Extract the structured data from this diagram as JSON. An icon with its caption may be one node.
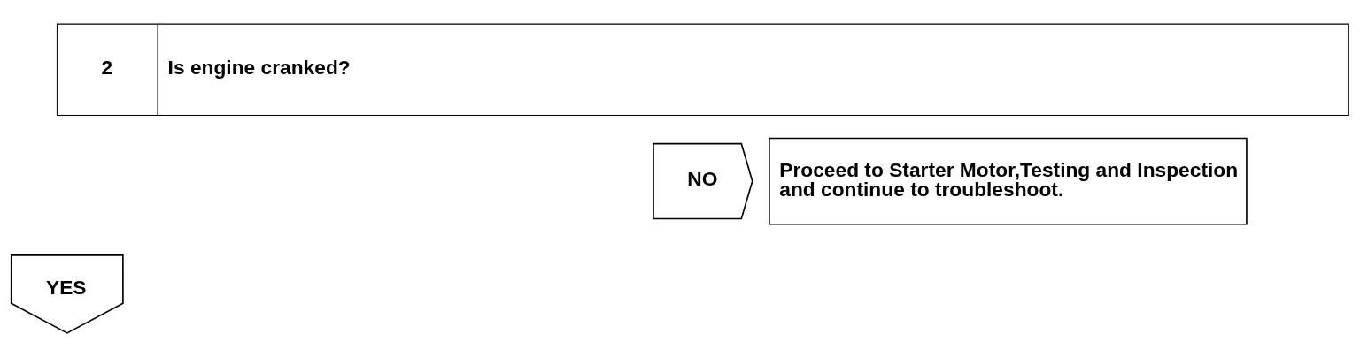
{
  "diagram": {
    "nodes": [
      {
        "text": [
          "2",
          "Is engine cranked?"
        ]
      },
      {
        "text": [
          "NO"
        ]
      },
      {
        "text": [
          "Proceed to Starter Motor,Testing and Inspection and continue to troubleshoot."
        ]
      },
      {
        "text": [
          "YES"
        ]
      }
    ]
  }
}
